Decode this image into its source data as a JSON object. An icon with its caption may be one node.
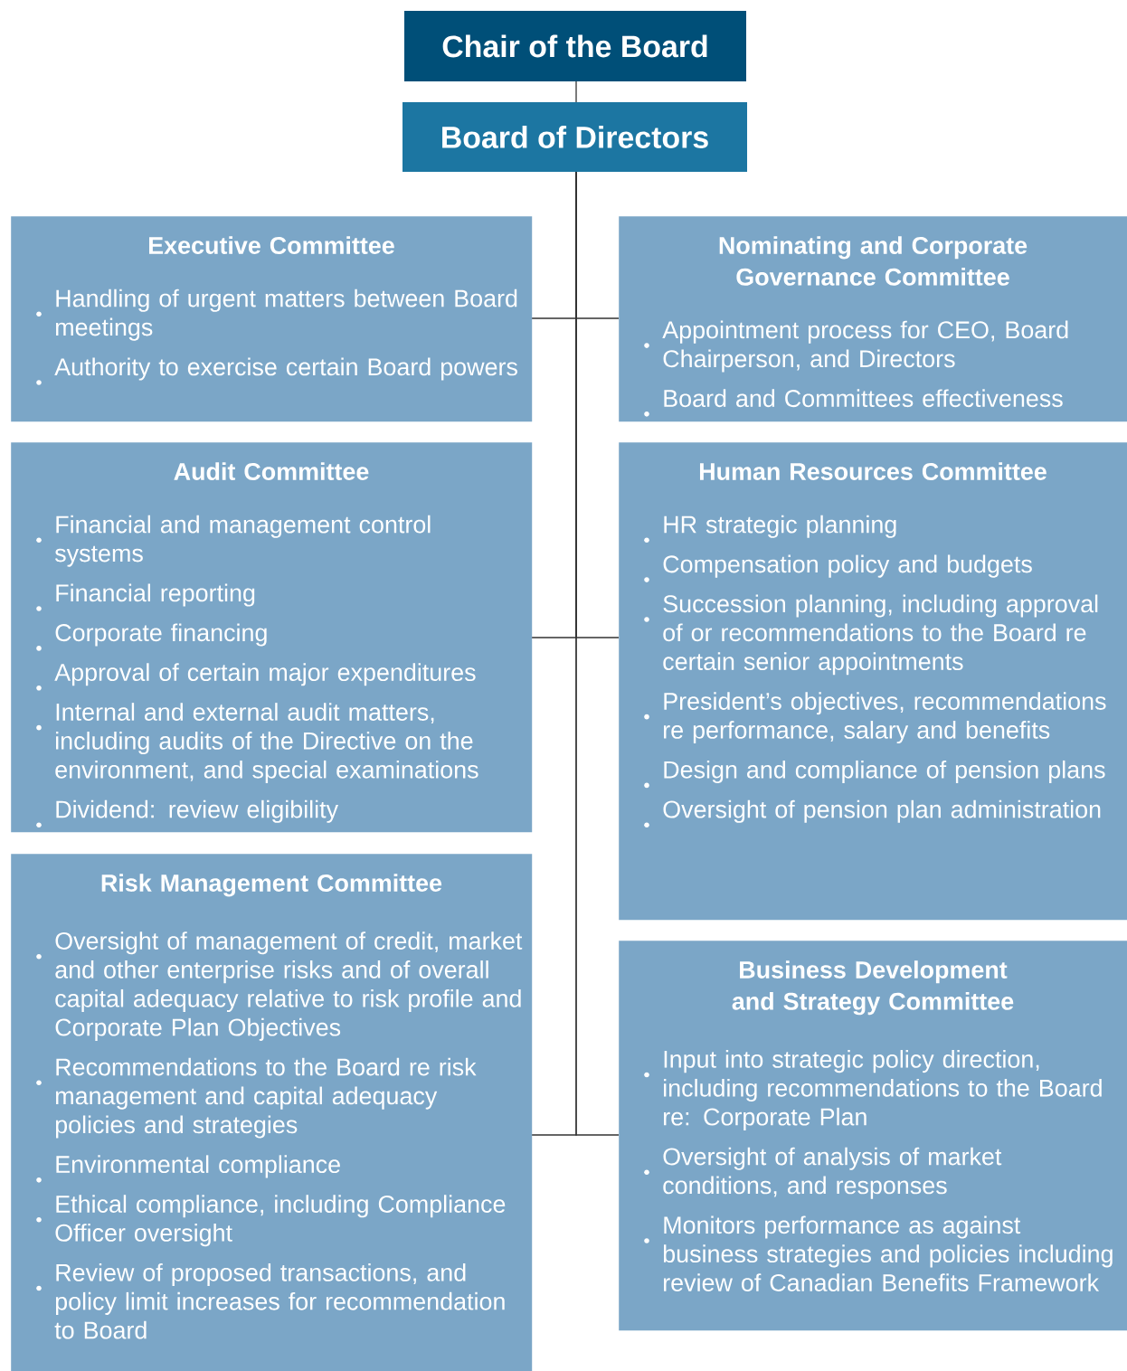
{
  "diagram": {
    "nodes": [
      {
        "text": [
          "Chair of the Board"
        ]
      },
      {
        "text": [
          "Board of Directors"
        ]
      },
      {
        "text": [
          "Executive Committee",
          "Handling of urgent matters between Board meetings",
          "Authority to exercise certain Board powers"
        ]
      },
      {
        "text": [
          "Nominating and Corporate Governance Committee",
          "Appointment process for CEO, Board Chairperson, and Directors",
          "Board and Committees effectiveness"
        ]
      },
      {
        "text": [
          "Audit Committee",
          "Financial and management control systems",
          "Financial reporting",
          "Corporate financing",
          "Approval of certain major expenditures",
          "Internal and external audit matters, including audits of the Directive on the environment, and special examinations",
          "Dividend: review eligibility"
        ]
      },
      {
        "text": [
          "Human Resources Committee",
          "HR strategic planning",
          "Compensation policy and budgets",
          "Succession planning, including approval of or recommendations to the Board re certain senior appointments",
          "President’s objectives, recommendations re performance, salary and benefits",
          "Design and compliance of pension plans",
          "Oversight of pension plan administration"
        ]
      },
      {
        "text": [
          "Risk Management Committee",
          "Oversight of management of credit, market and other enterprise risks and of overall capital adequacy relative to risk profile and Corporate Plan Objectives",
          "Recommendations to the Board re risk management and capital adequacy policies and strategies",
          "Environmental compliance",
          "Ethical compliance, including Compliance Officer oversight",
          "Review of proposed transactions, and policy limit increases for recommendation to Board"
        ]
      },
      {
        "text": [
          "Business Development and Strategy Committee",
          "Input into strategic policy direction, including recommendations to the Board re: Corporate Plan",
          "Oversight of analysis of market conditions, and responses",
          "Monitors performance as against business strategies and policies including review of Canadian Benefits Framework"
        ]
      }
    ],
    "edges": [
      {
        "from": 0,
        "to": 1,
        "arrow": "none"
      },
      {
        "from": 1,
        "to": 2,
        "arrow": "none"
      },
      {
        "from": 1,
        "to": 3,
        "arrow": "none"
      },
      {
        "from": 1,
        "to": 4,
        "arrow": "none"
      },
      {
        "from": 1,
        "to": 5,
        "arrow": "none"
      },
      {
        "from": 1,
        "to": 6,
        "arrow": "none"
      },
      {
        "from": 1,
        "to": 7,
        "arrow": "none"
      }
    ]
  }
}
